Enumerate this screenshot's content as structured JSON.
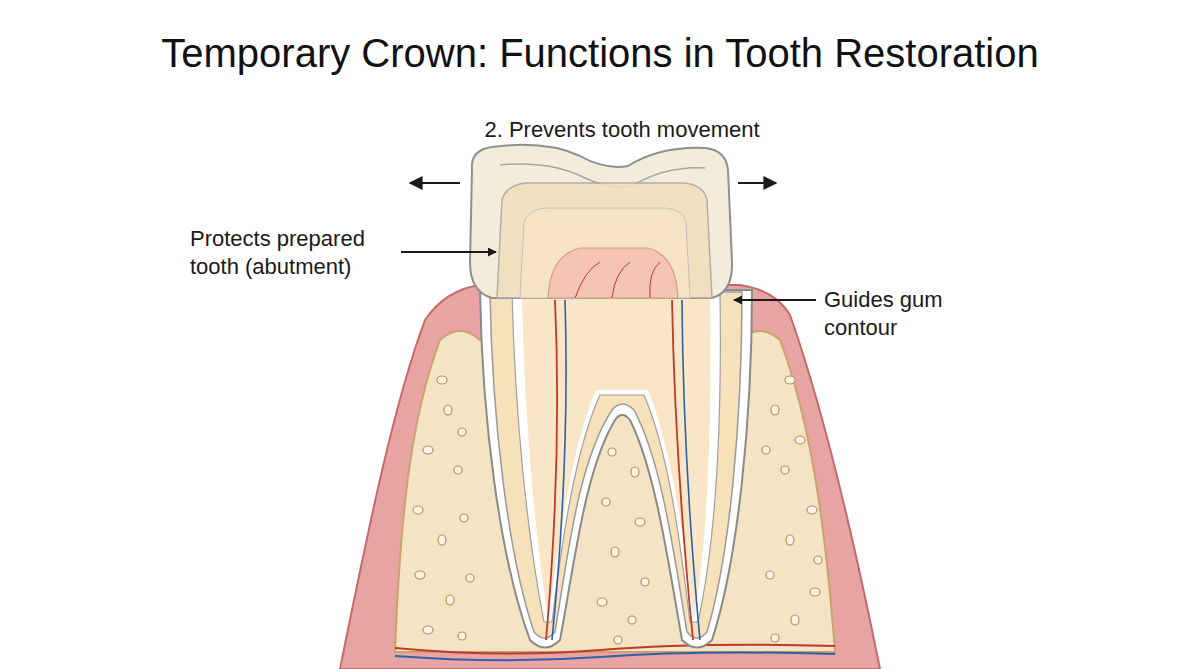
{
  "diagram": {
    "title": "Temporary Crown: Functions in Tooth Restoration",
    "labels": [
      "2. Prevents tooth movement",
      "Protects prepared tooth (abutment)",
      "Guides gum contour"
    ]
  }
}
